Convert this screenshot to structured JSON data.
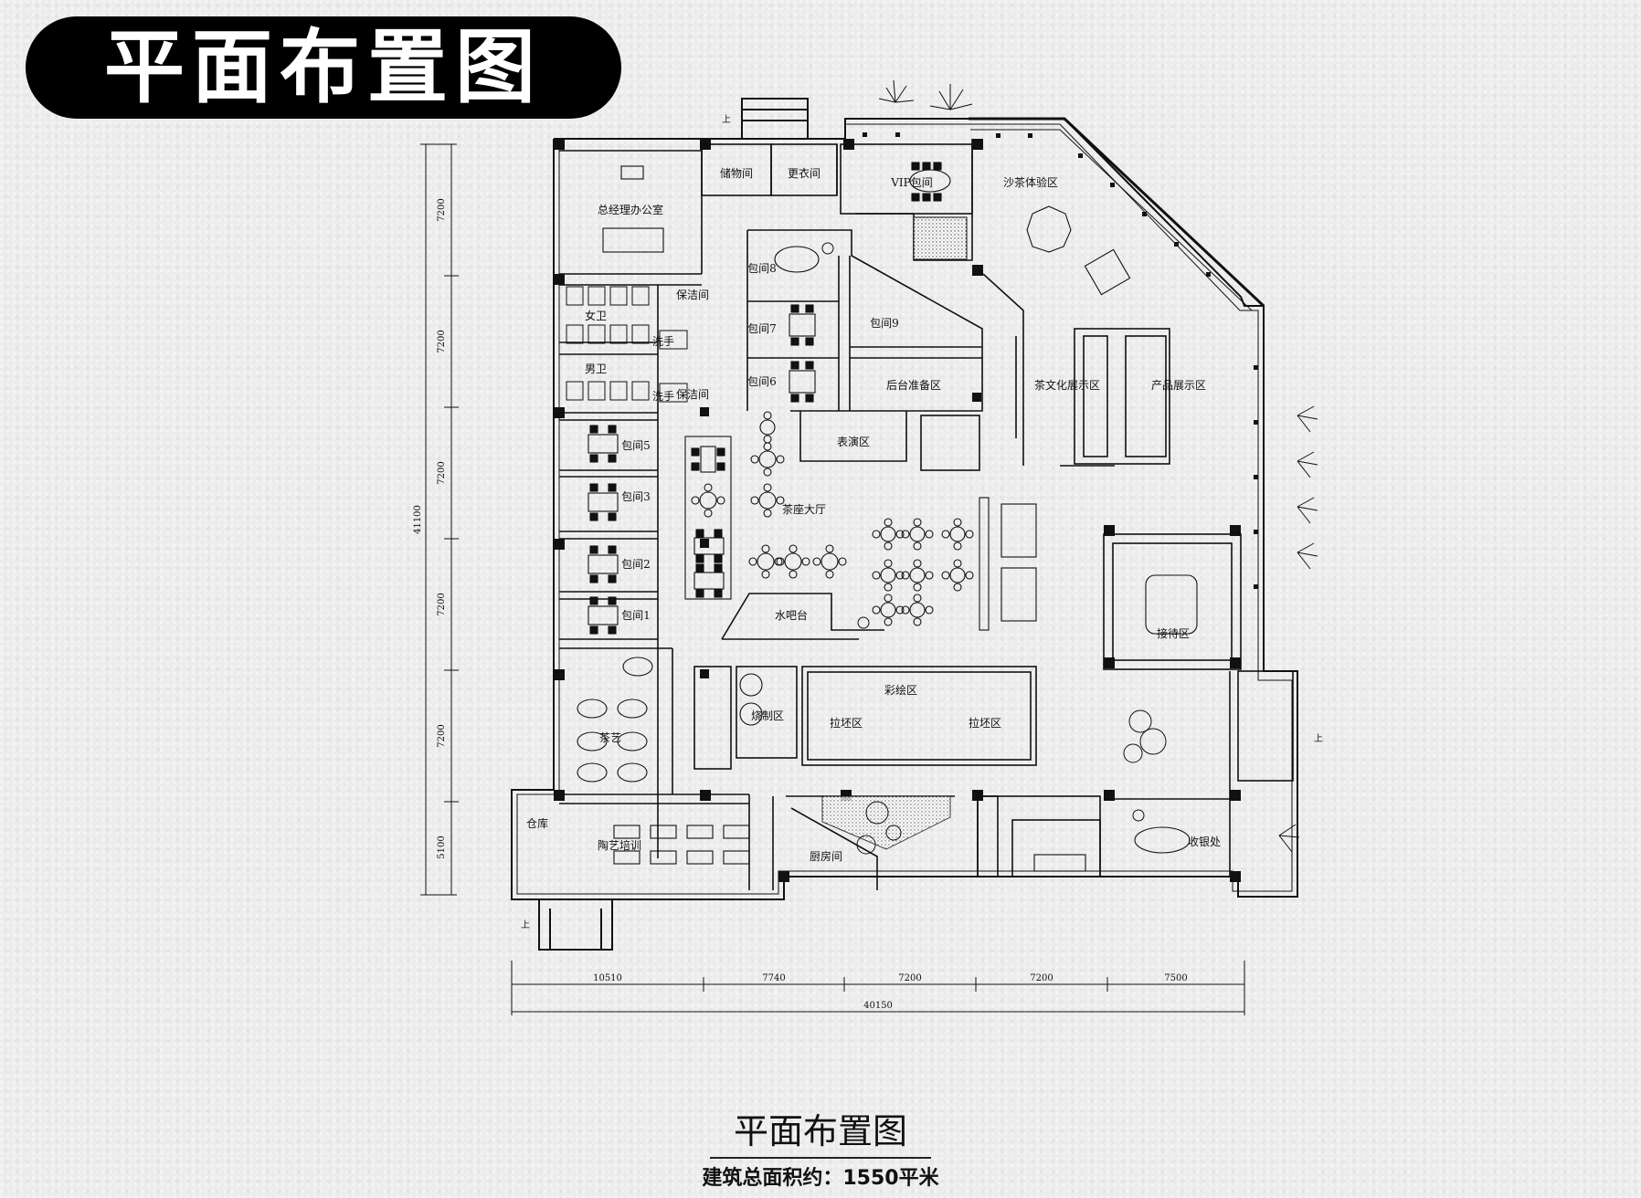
{
  "header": {
    "title": "平面布置图"
  },
  "plan": {
    "rooms": [
      {
        "id": "gm-office",
        "label": "总经理办公室"
      },
      {
        "id": "storage-a",
        "label": "储物间"
      },
      {
        "id": "changing",
        "label": "更衣间"
      },
      {
        "id": "vip",
        "label": "VIP包间"
      },
      {
        "id": "tea-tasting",
        "label": "沙茶体验区"
      },
      {
        "id": "female-wc",
        "label": "女卫"
      },
      {
        "id": "male-wc",
        "label": "男卫"
      },
      {
        "id": "janitor-a",
        "label": "保洁间"
      },
      {
        "id": "janitor-b",
        "label": "保洁间"
      },
      {
        "id": "wash",
        "label": "洗手"
      },
      {
        "id": "wash-b",
        "label": "洗手"
      },
      {
        "id": "room8",
        "label": "包间8"
      },
      {
        "id": "room7",
        "label": "包间7"
      },
      {
        "id": "room6",
        "label": "包间6"
      },
      {
        "id": "room9",
        "label": "包间9"
      },
      {
        "id": "back-prep",
        "label": "后台准备区"
      },
      {
        "id": "performance",
        "label": "表演区"
      },
      {
        "id": "tea-culture",
        "label": "茶文化展示区"
      },
      {
        "id": "product-display",
        "label": "产品展示区"
      },
      {
        "id": "room5",
        "label": "包间5"
      },
      {
        "id": "room3",
        "label": "包间3"
      },
      {
        "id": "room2",
        "label": "包间2"
      },
      {
        "id": "room1",
        "label": "包间1"
      },
      {
        "id": "hall",
        "label": "茶座大厅"
      },
      {
        "id": "water-bar",
        "label": "水吧台"
      },
      {
        "id": "tea-art",
        "label": "茶艺"
      },
      {
        "id": "color-paint",
        "label": "彩绘区"
      },
      {
        "id": "firing",
        "label": "烧制区"
      },
      {
        "id": "shaping",
        "label": "拉坯区"
      },
      {
        "id": "throwing",
        "label": "拉坯区"
      },
      {
        "id": "reception",
        "label": "接待区"
      },
      {
        "id": "warehouse",
        "label": "仓库"
      },
      {
        "id": "ceramic-training",
        "label": "陶艺培训"
      },
      {
        "id": "kitchen",
        "label": "厨房间"
      },
      {
        "id": "cashier",
        "label": "收银处"
      }
    ],
    "dimensions": {
      "total_height": "41100",
      "vertical": [
        "7200",
        "7200",
        "7200",
        "7200",
        "7200",
        "5100"
      ],
      "horizontal": [
        "10510",
        "7740",
        "7200",
        "7200",
        "7500"
      ],
      "total_width": "40150"
    },
    "entrance_marker": "上"
  },
  "footer": {
    "title": "平面布置图",
    "area_note": "建筑总面积约：1550平米"
  }
}
